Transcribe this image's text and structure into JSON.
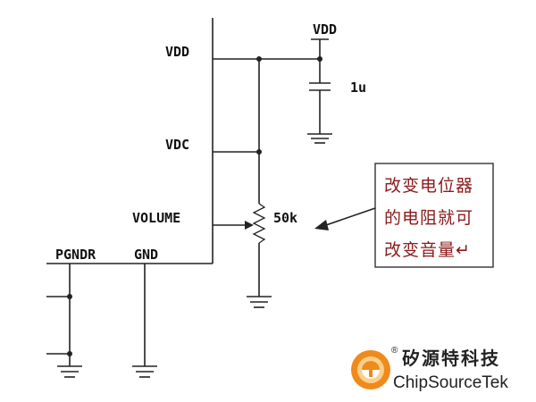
{
  "pins": {
    "vdd": "VDD",
    "vdc": "VDC",
    "volume": "VOLUME",
    "pgndr": "PGNDR",
    "gnd": "GND"
  },
  "supply_label": "VDD",
  "capacitor_value": "1u",
  "pot_value": "50k",
  "note_lines": [
    "改变电位器",
    "的电阻就可",
    "改变音量↵"
  ],
  "brand": {
    "registered": "®",
    "name_cn": "矽源特科技",
    "name_en": "ChipSourceTek"
  },
  "colors": {
    "note_text": "#8b1a1a",
    "logo_orange": "#f08a1c",
    "logo_light": "#fbd08a"
  }
}
